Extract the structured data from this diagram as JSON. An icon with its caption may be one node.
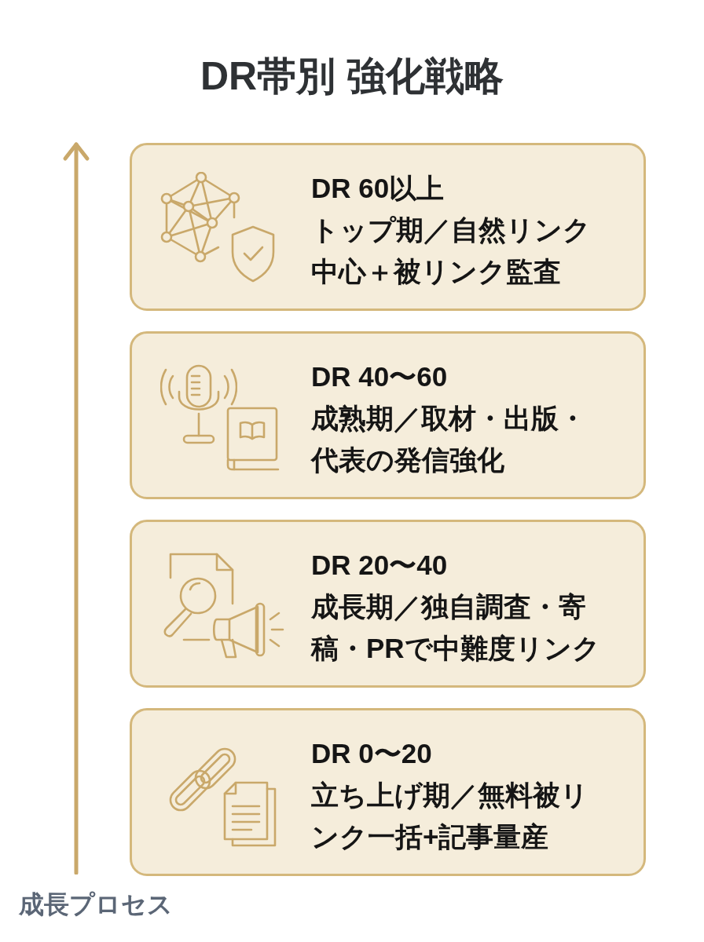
{
  "diagram": {
    "title": "DR帯別 強化戦略",
    "nodes": [
      {
        "text": [
          "DR 60以上",
          "トップ期／自然リンク中心＋被リンク監査"
        ]
      },
      {
        "text": [
          "DR 40〜60",
          "成熟期／取材・出版・代表の発信強化"
        ]
      },
      {
        "text": [
          "DR 20〜40",
          "成長期／独自調査・寄稿・PRで中難度リンク"
        ]
      },
      {
        "text": [
          "DR 0〜20",
          "立ち上げ期／無料被リンク一括+記事量産"
        ]
      }
    ],
    "labels": [
      "成長プロセス"
    ]
  }
}
